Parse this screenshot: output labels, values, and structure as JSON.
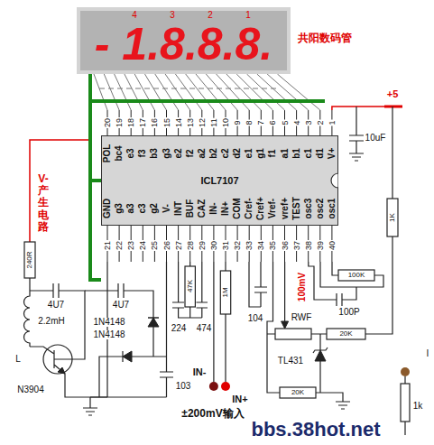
{
  "diagram": {
    "nodes": [
      {
        "text": [
          "- 1.8.8.8."
        ]
      },
      {
        "text": [
          "ICL7107"
        ]
      }
    ],
    "edges": [
      {
        "from": 0,
        "to": 1,
        "arrow": "none"
      }
    ],
    "labels": [
      "4",
      "3",
      "2",
      "1",
      "共阳数码管",
      "+5",
      "10uF",
      "20",
      "19",
      "18",
      "17",
      "16",
      "15",
      "14",
      "13",
      "12",
      "11",
      "10",
      "9",
      "8",
      "7",
      "6",
      "5",
      "4",
      "3",
      "2",
      "1",
      "POL",
      "bc4",
      "e3",
      "f3",
      "b3",
      "g3",
      "e2",
      "f2",
      "a2",
      "b2",
      "c2",
      "d2",
      "e1",
      "g1",
      "f1",
      "a1",
      "b1",
      "c1",
      "d1",
      "V+",
      "21",
      "22",
      "23",
      "24",
      "25",
      "26",
      "27",
      "28",
      "29",
      "30",
      "31",
      "32",
      "33",
      "34",
      "35",
      "36",
      "37",
      "38",
      "39",
      "40",
      "GND",
      "g3",
      "a3",
      "c3",
      "g2",
      "V-",
      "INT",
      "BUF",
      "CAZ",
      "IN-",
      "IN+",
      "COM",
      "Cref-",
      "Cref+",
      "Vref-",
      "vref+",
      "TEST",
      "osc3",
      "osc2",
      "osc1",
      "1K",
      "240R",
      "V-产生电路",
      "4U7",
      "2.2mH",
      "L",
      "N3904",
      "4U7",
      "1N4148",
      "1N4148",
      "224",
      "474",
      "47K",
      "1M",
      "103",
      "IN-",
      "IN+",
      "104",
      "100mV",
      "TL431",
      "RWF",
      "20K",
      "100K",
      "100P",
      "20K",
      "±200mV输入",
      "I",
      "1k",
      "bbs.38hot.net"
    ]
  }
}
